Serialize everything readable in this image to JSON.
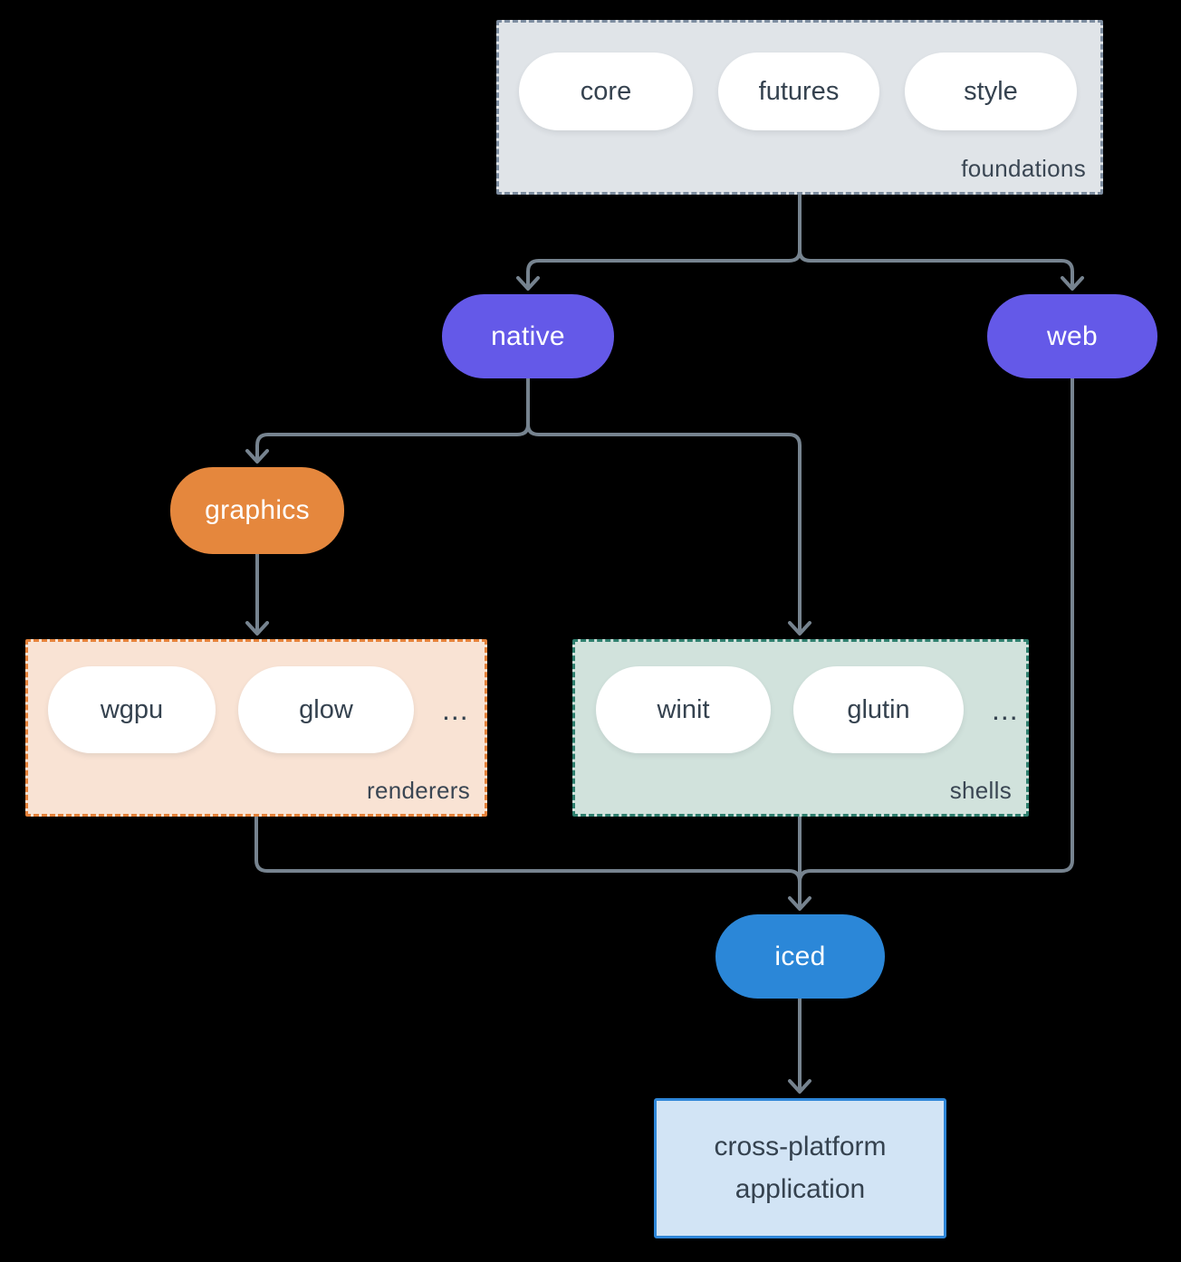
{
  "colors": {
    "background": "#000000",
    "connector_line": "#76838f",
    "dark_text": "#35424f",
    "node_purple": "#6459e8",
    "node_orange": "#e5873d",
    "node_blue": "#2b87d8",
    "foundations_fill": "#e0e4e8",
    "foundations_border": "#7d8da0",
    "renderers_fill": "#f9e3d4",
    "renderers_border": "#e5823a",
    "shells_fill": "#d1e2dc",
    "shells_border": "#2e7f6e",
    "application_fill": "#d2e4f5",
    "application_border": "#2e86d8"
  },
  "groups": {
    "foundations": {
      "label": "foundations",
      "items": [
        "core",
        "futures",
        "style"
      ]
    },
    "renderers": {
      "label": "renderers",
      "items": [
        "wgpu",
        "glow"
      ],
      "more": "..."
    },
    "shells": {
      "label": "shells",
      "items": [
        "winit",
        "glutin"
      ],
      "more": "..."
    }
  },
  "nodes": {
    "native": "native",
    "web": "web",
    "graphics": "graphics",
    "iced": "iced",
    "application": {
      "line1": "cross-platform",
      "line2": "application"
    }
  }
}
